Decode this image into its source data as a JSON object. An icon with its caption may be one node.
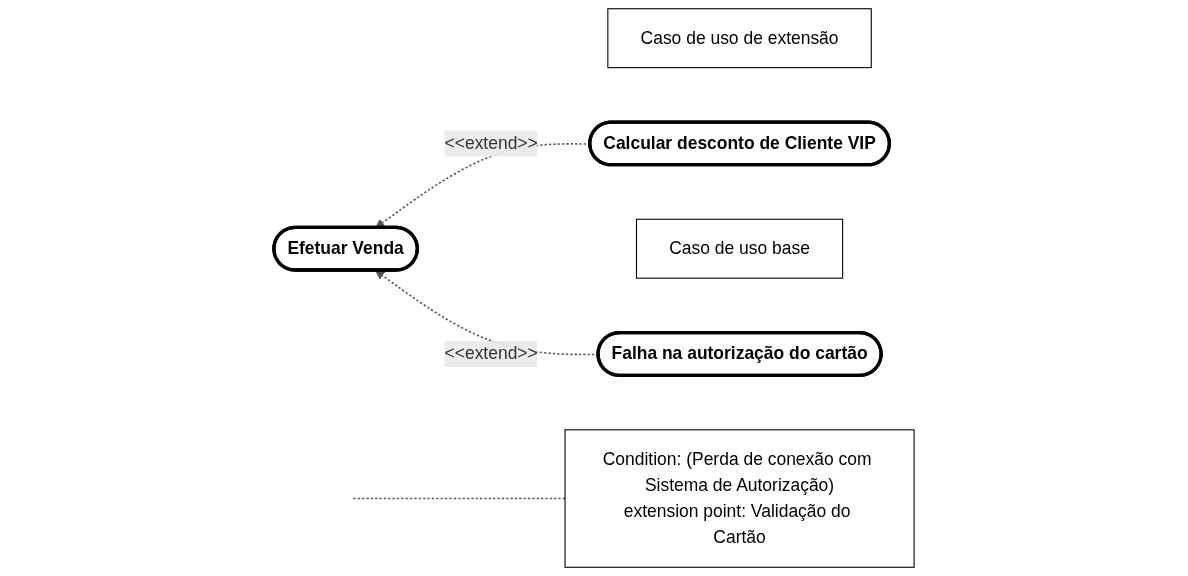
{
  "diagram": {
    "nodes": [
      {
        "text": [
          "Caso de uso de extensão"
        ]
      },
      {
        "text": [
          "Calcular desconto de Cliente VIP"
        ]
      },
      {
        "text": [
          "Caso de uso base"
        ]
      },
      {
        "text": [
          "Efetuar Venda"
        ]
      },
      {
        "text": [
          "Falha na autorização do cartão"
        ]
      },
      {
        "text": [
          "Condition: (Perda de conexão com Sistema de Autorização)",
          "extension point: Validação do Cartão"
        ]
      }
    ],
    "edges": [
      {
        "from": 1,
        "to": 3,
        "arrow": "to",
        "style": "dashed",
        "label": "<<extend>>"
      },
      {
        "from": 4,
        "to": 3,
        "arrow": "to",
        "style": "dashed",
        "label": "<<extend>>"
      },
      {
        "from": 5,
        "to": null,
        "arrow": "none",
        "style": "dashed"
      }
    ]
  }
}
